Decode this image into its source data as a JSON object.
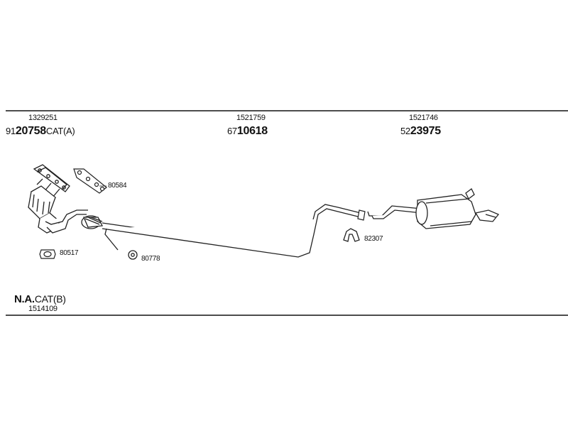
{
  "sections": [
    {
      "part_number": "1329251",
      "ref_prefix": "91",
      "ref_bold": "20758",
      "ref_suffix": "CAT(A)"
    },
    {
      "part_number": "1521759",
      "ref_prefix": "67",
      "ref_bold": "10618",
      "ref_suffix": ""
    },
    {
      "part_number": "1521746",
      "ref_prefix": "52",
      "ref_bold": "23975",
      "ref_suffix": ""
    }
  ],
  "callouts": {
    "gasket_manifold": "80584",
    "gasket_flange": "80517",
    "rubber_mount_front": "80778",
    "clamp_rear": "82307"
  },
  "footer": {
    "na_bold": "N.A.",
    "na_suffix": "CAT(B)",
    "na_part_number": "1514109"
  }
}
